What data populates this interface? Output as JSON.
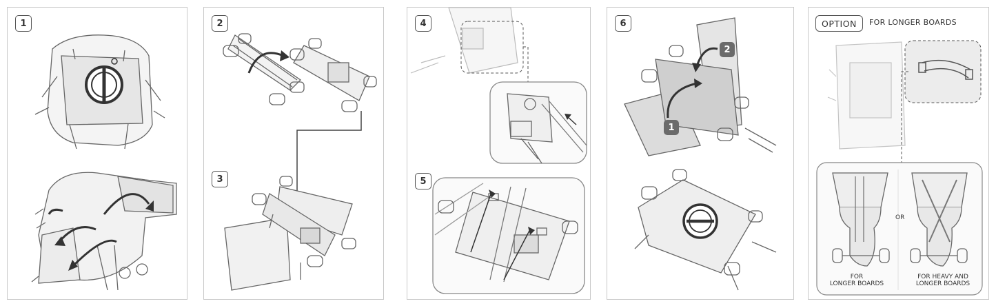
{
  "steps": {
    "s1": "1",
    "s2": "2",
    "s3": "3",
    "s4": "4",
    "s5": "5",
    "s6": "6"
  },
  "sub_steps": {
    "a": "1",
    "b": "2"
  },
  "option_panel": {
    "label": "OPTION",
    "subtitle": "FOR LONGER BOARDS",
    "or": "OR",
    "caption_left_1": "FOR",
    "caption_left_2": "LONGER BOARDS",
    "caption_right_1": "FOR HEAVY AND",
    "caption_right_2": "LONGER BOARDS"
  },
  "colors": {
    "line": "#555555",
    "frame": "#c8c8c8",
    "badge_fill": "#6b6b6b"
  }
}
